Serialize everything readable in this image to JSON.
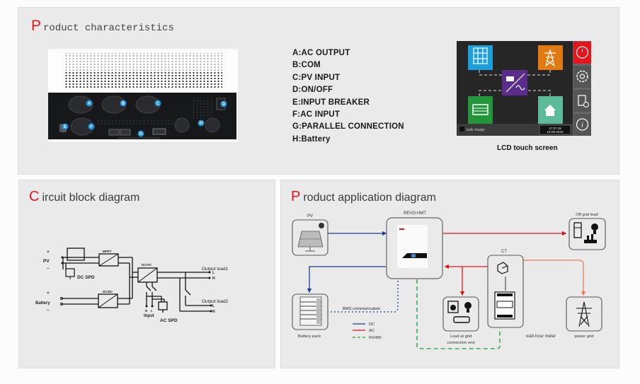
{
  "sections": {
    "characteristics": {
      "title_cap": "P",
      "title_rest": "roduct characteristics",
      "ports": [
        {
          "key": "A",
          "label": "A:AC OUTPUT"
        },
        {
          "key": "B",
          "label": "B:COM"
        },
        {
          "key": "C",
          "label": "C:PV INPUT"
        },
        {
          "key": "D",
          "label": "D:ON/OFF"
        },
        {
          "key": "E",
          "label": "E:INPUT BREAKER"
        },
        {
          "key": "F",
          "label": "F:AC INPUT"
        },
        {
          "key": "G",
          "label": "G:PARALLEL CONNECTION"
        },
        {
          "key": "H",
          "label": "H:Battery"
        }
      ],
      "lcd": {
        "caption": "LCD touch screen",
        "status_text": "bulk charge",
        "time": "17:37:49",
        "date": "19-09-2023",
        "side_buttons": [
          "dashboard-icon",
          "gear-icon",
          "log-icon",
          "info-icon"
        ],
        "colors": {
          "pv": "#1e9fdc",
          "grid": "#e07a12",
          "inverter": "#5a2d8c",
          "battery": "#23953a",
          "home": "#5cbc9a",
          "active": "#e8141b"
        }
      }
    },
    "circuit": {
      "title_cap": "C",
      "title_rest": "ircuit block diagram",
      "labels": {
        "pv": "PV",
        "battery": "Battery",
        "plus": "+",
        "minus": "–",
        "mppt": "MPPT",
        "dcdc": "DC/DC",
        "dcac": "DC/AC",
        "dc_spd": "DC SPD",
        "ac_spd": "AC SPD",
        "input": "Input",
        "n": "N",
        "l": "L",
        "output1": "Output load1",
        "output2": "Output load2"
      }
    },
    "application": {
      "title_cap": "P",
      "title_rest": "roduct application diagram",
      "nodes": {
        "pv": "PV",
        "inverter": "REVO-HMT",
        "off_grid": "Off grid load",
        "ct": "CT",
        "battery": "Battery pack",
        "grid_load_1": "Load at grid",
        "grid_load_2": "connection end",
        "meter": "watt-hour meter",
        "power_grid": "power grid",
        "bms": "BMS communication"
      },
      "legend": [
        {
          "label": "DC",
          "color": "#1c3f94",
          "style": "solid"
        },
        {
          "label": "AC",
          "color": "#d9141b",
          "style": "solid"
        },
        {
          "label": "RS485",
          "color": "#1c9a3c",
          "style": "dashed"
        }
      ],
      "colors": {
        "ac_grid": "#ee7a55"
      }
    }
  }
}
